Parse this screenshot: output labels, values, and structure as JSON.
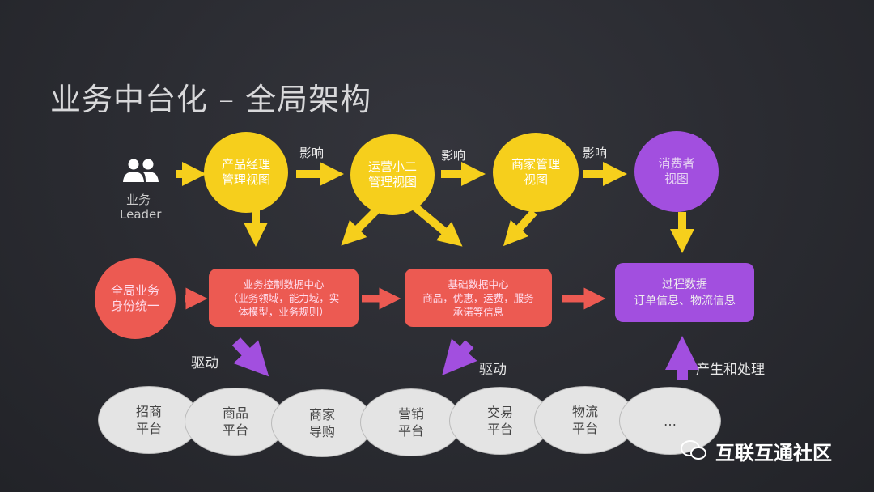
{
  "title": "业务中台化 – 全局架构",
  "leader": {
    "line1": "业务",
    "line2": "Leader"
  },
  "views": [
    "产品经理\n管理视图",
    "运营小二\n管理视图",
    "商家管理\n视图",
    "消费者\n视图"
  ],
  "influence": "影响",
  "identity": "全局业务\n身份统一",
  "control_center": "业务控制数据中心\n（业务领域，能力域，实\n体模型，业务规则）",
  "base_center": "基础数据中心\n商品，优惠，运费，服务\n承诺等信息",
  "process_data": "过程数据\n订单信息、物流信息",
  "drive": "驱动",
  "produce": "产生和处理",
  "platforms": [
    "招商\n平台",
    "商品\n平台",
    "商家\n导购",
    "营销\n平台",
    "交易\n平台",
    "物流\n平台",
    "…"
  ],
  "watermark": "互联互通社区",
  "colors": {
    "yellow": "#f6cf1c",
    "red": "#ec5a52",
    "purple": "#a24fdf",
    "grey": "#e4e4e4"
  }
}
